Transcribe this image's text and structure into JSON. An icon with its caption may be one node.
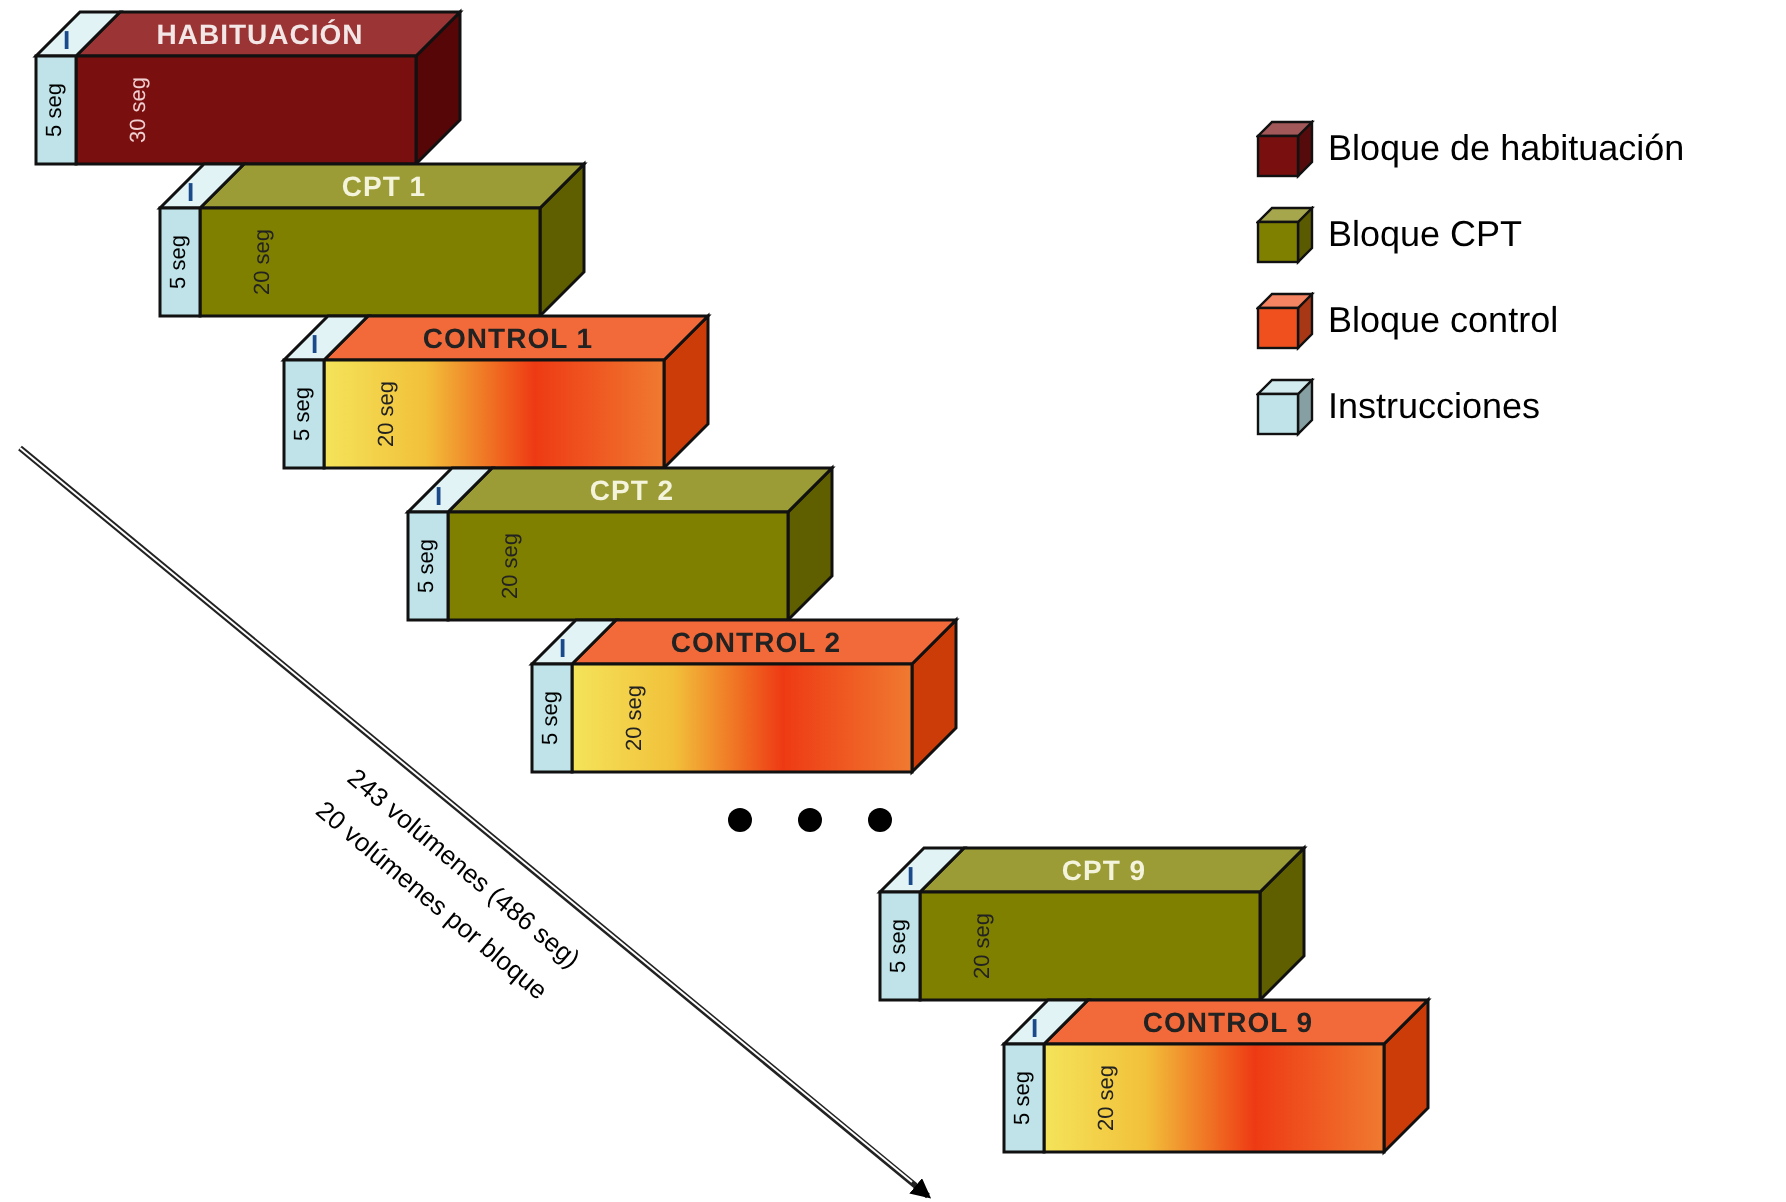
{
  "diagram": {
    "nodes": [
      {
        "text": [
          "I",
          "5 seg"
        ]
      },
      {
        "text": [
          "HABITUACIÓN",
          "30 seg"
        ]
      },
      {
        "text": [
          "I",
          "5 seg"
        ]
      },
      {
        "text": [
          "CPT 1",
          "20 seg"
        ]
      },
      {
        "text": [
          "I",
          "5 seg"
        ]
      },
      {
        "text": [
          "CONTROL 1",
          "20 seg"
        ]
      },
      {
        "text": [
          "I",
          "5 seg"
        ]
      },
      {
        "text": [
          "CPT 2",
          "20 seg"
        ]
      },
      {
        "text": [
          "I",
          "5 seg"
        ]
      },
      {
        "text": [
          "CONTROL 2",
          "20 seg"
        ]
      },
      {
        "text": [
          "I",
          "5 seg"
        ]
      },
      {
        "text": [
          "CPT 9",
          "20 seg"
        ]
      },
      {
        "text": [
          "I",
          "5 seg"
        ]
      },
      {
        "text": [
          "CONTROL 9",
          "20 seg"
        ]
      }
    ],
    "edges": [],
    "labels": [
      "243 volúmenes (486 seg)",
      "20 volúmenes por bloque"
    ],
    "legend": [
      {
        "text": "Bloque de habituación",
        "color": "#7a0f10"
      },
      {
        "text": "Bloque CPT",
        "color": "#808000"
      },
      {
        "text": "Bloque control",
        "color": "#f0501e"
      },
      {
        "text": "Instrucciones",
        "color": "#bfe3e8"
      }
    ]
  }
}
